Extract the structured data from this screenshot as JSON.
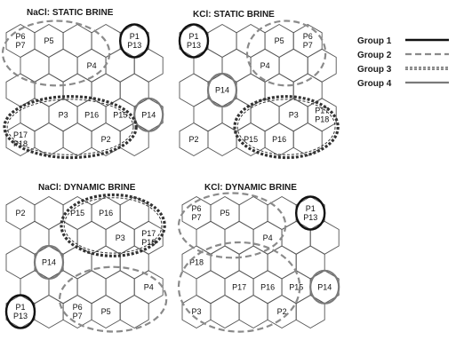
{
  "colors": {
    "hex_stroke": "#555555",
    "group1": "#111111",
    "group2": "#8a8a8a",
    "group3": "#333333",
    "group4": "#7a7a7a"
  },
  "legend": [
    {
      "label": "Group 1",
      "style": "solid-black"
    },
    {
      "label": "Group 2",
      "style": "dashed-gray"
    },
    {
      "label": "Group 3",
      "style": "double-dotted"
    },
    {
      "label": "Group 4",
      "style": "solid-gray"
    }
  ],
  "panels": [
    {
      "id": "nacl-static",
      "title": "NaCl: STATIC BRINE",
      "labels": [
        {
          "r": 0,
          "c": 0,
          "t": [
            "P6",
            "P7"
          ]
        },
        {
          "r": 0,
          "c": 1,
          "t": [
            "P5"
          ]
        },
        {
          "r": 1,
          "c": 2,
          "t": [
            "P4"
          ]
        },
        {
          "r": 0,
          "c": 4,
          "t": [
            "P1",
            "P13"
          ]
        },
        {
          "r": 3,
          "c": 1,
          "t": [
            "P3"
          ]
        },
        {
          "r": 3,
          "c": 2,
          "t": [
            "P16"
          ]
        },
        {
          "r": 3,
          "c": 3,
          "t": [
            "P15"
          ]
        },
        {
          "r": 3,
          "c": 4,
          "t": [
            "P14"
          ]
        },
        {
          "r": 4,
          "c": 0,
          "t": [
            "P17",
            "P18"
          ]
        },
        {
          "r": 4,
          "c": 3,
          "t": [
            "P2"
          ]
        }
      ],
      "groups": [
        {
          "g": "group2",
          "cells": [
            [
              0,
              0
            ],
            [
              0,
              1
            ],
            [
              1,
              2
            ]
          ],
          "pad": 8
        },
        {
          "g": "group1",
          "cells": [
            [
              0,
              4
            ]
          ],
          "pad": 4
        },
        {
          "g": "group4",
          "cells": [
            [
              3,
              4
            ]
          ],
          "pad": 4
        },
        {
          "g": "group3",
          "cells": [
            [
              3,
              1
            ],
            [
              3,
              3
            ],
            [
              4,
              0
            ],
            [
              4,
              3
            ]
          ],
          "pad": 6
        }
      ]
    },
    {
      "id": "kcl-static",
      "title": "KCl: STATIC BRINE",
      "labels": [
        {
          "r": 0,
          "c": 0,
          "t": [
            "P1",
            "P13"
          ]
        },
        {
          "r": 0,
          "c": 3,
          "t": [
            "P5"
          ]
        },
        {
          "r": 0,
          "c": 4,
          "t": [
            "P6",
            "P7"
          ]
        },
        {
          "r": 1,
          "c": 2,
          "t": [
            "P4"
          ]
        },
        {
          "r": 2,
          "c": 1,
          "t": [
            "P14"
          ]
        },
        {
          "r": 3,
          "c": 3,
          "t": [
            "P3"
          ]
        },
        {
          "r": 3,
          "c": 4,
          "t": [
            "P17",
            "P18"
          ]
        },
        {
          "r": 4,
          "c": 0,
          "t": [
            "P2"
          ]
        },
        {
          "r": 4,
          "c": 2,
          "t": [
            "P15"
          ]
        },
        {
          "r": 4,
          "c": 3,
          "t": [
            "P16"
          ]
        }
      ],
      "groups": [
        {
          "g": "group1",
          "cells": [
            [
              0,
              0
            ]
          ],
          "pad": 4
        },
        {
          "g": "group2",
          "cells": [
            [
              0,
              3
            ],
            [
              0,
              4
            ],
            [
              1,
              2
            ]
          ],
          "pad": 8
        },
        {
          "g": "group4",
          "cells": [
            [
              2,
              1
            ]
          ],
          "pad": 4
        },
        {
          "g": "group3",
          "cells": [
            [
              3,
              3
            ],
            [
              3,
              4
            ],
            [
              4,
              2
            ],
            [
              4,
              3
            ]
          ],
          "pad": 6
        }
      ]
    },
    {
      "id": "nacl-dynamic",
      "title": "NaCl: DYNAMIC BRINE",
      "labels": [
        {
          "r": 0,
          "c": 0,
          "t": [
            "P2"
          ]
        },
        {
          "r": 0,
          "c": 2,
          "t": [
            "P15"
          ]
        },
        {
          "r": 0,
          "c": 3,
          "t": [
            "P16"
          ]
        },
        {
          "r": 1,
          "c": 3,
          "t": [
            "P3"
          ]
        },
        {
          "r": 1,
          "c": 4,
          "t": [
            "P17",
            "P18"
          ]
        },
        {
          "r": 2,
          "c": 1,
          "t": [
            "P14"
          ]
        },
        {
          "r": 3,
          "c": 4,
          "t": [
            "P4"
          ]
        },
        {
          "r": 4,
          "c": 0,
          "t": [
            "P1",
            "P13"
          ]
        },
        {
          "r": 4,
          "c": 2,
          "t": [
            "P6",
            "P7"
          ]
        },
        {
          "r": 4,
          "c": 3,
          "t": [
            "P5"
          ]
        }
      ],
      "groups": [
        {
          "g": "group3",
          "cells": [
            [
              0,
              2
            ],
            [
              0,
              3
            ],
            [
              1,
              3
            ],
            [
              1,
              4
            ]
          ],
          "pad": 6
        },
        {
          "g": "group4",
          "cells": [
            [
              2,
              1
            ]
          ],
          "pad": 4
        },
        {
          "g": "group2",
          "cells": [
            [
              3,
              4
            ],
            [
              4,
              2
            ],
            [
              4,
              3
            ]
          ],
          "pad": 8
        },
        {
          "g": "group1",
          "cells": [
            [
              4,
              0
            ]
          ],
          "pad": 4
        }
      ]
    },
    {
      "id": "kcl-dynamic",
      "title": "KCl: DYNAMIC BRINE",
      "labels": [
        {
          "r": 0,
          "c": 0,
          "t": [
            "P6",
            "P7"
          ]
        },
        {
          "r": 0,
          "c": 1,
          "t": [
            "P5"
          ]
        },
        {
          "r": 0,
          "c": 4,
          "t": [
            "P1",
            "P13"
          ]
        },
        {
          "r": 1,
          "c": 2,
          "t": [
            "P4"
          ]
        },
        {
          "r": 2,
          "c": 0,
          "t": [
            "P18"
          ]
        },
        {
          "r": 3,
          "c": 1,
          "t": [
            "P17"
          ]
        },
        {
          "r": 3,
          "c": 2,
          "t": [
            "P16"
          ]
        },
        {
          "r": 3,
          "c": 3,
          "t": [
            "P15"
          ]
        },
        {
          "r": 3,
          "c": 4,
          "t": [
            "P14"
          ]
        },
        {
          "r": 4,
          "c": 0,
          "t": [
            "P3"
          ]
        },
        {
          "r": 4,
          "c": 3,
          "t": [
            "P2"
          ]
        }
      ],
      "groups": [
        {
          "g": "group2",
          "cells": [
            [
              0,
              0
            ],
            [
              0,
              1
            ],
            [
              1,
              2
            ]
          ],
          "pad": 8
        },
        {
          "g": "group1",
          "cells": [
            [
              0,
              4
            ]
          ],
          "pad": 4
        },
        {
          "g": "group2",
          "cells": [
            [
              2,
              0
            ],
            [
              4,
              0
            ],
            [
              4,
              3
            ]
          ],
          "pad": 8
        },
        {
          "g": "group4",
          "cells": [
            [
              3,
              4
            ]
          ],
          "pad": 4
        }
      ]
    }
  ]
}
